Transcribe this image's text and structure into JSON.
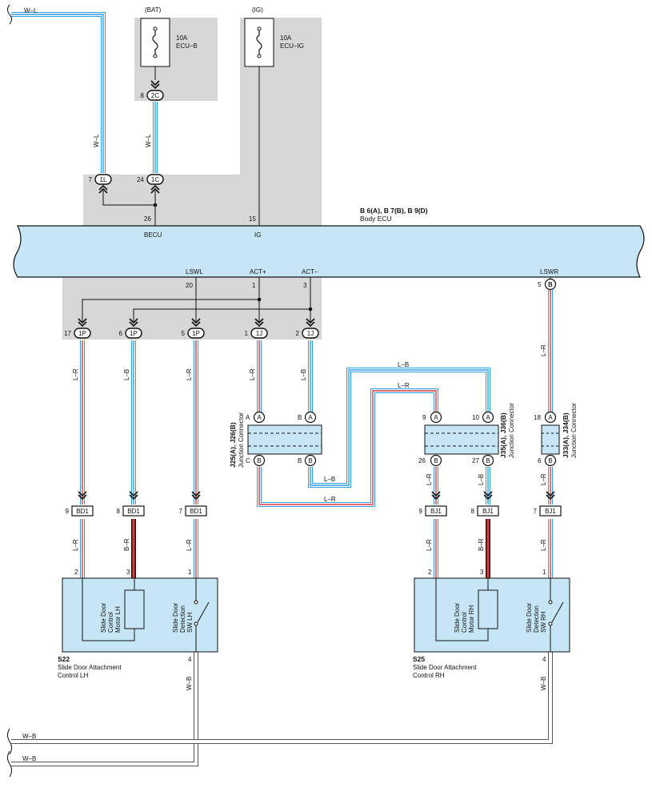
{
  "power": {
    "bat_label": "(BAT)",
    "ig_label": "(IG)",
    "fuse_bat_rating": "10A",
    "fuse_bat_name": "ECU–B",
    "fuse_ig_rating": "10A",
    "fuse_ig_name": "ECU–IG"
  },
  "wires": {
    "wl_top": "W–L",
    "wl_a": "W–L",
    "wl_b": "W–L",
    "lr_1": "L–R",
    "lb_1": "L–B",
    "lr_2": "L–R",
    "lr_3": "L–R",
    "lb_2": "L–B",
    "lr_rh_top": "L–R",
    "lb_route": "L–B",
    "lr_route": "L–R",
    "lb_low": "L–B",
    "lr_low": "L–R",
    "lr_bj26": "L–R",
    "lb_bj27": "L–B",
    "lr_bj6": "L–R",
    "lr_s22_2": "L–R",
    "br_s22_3": "B–R",
    "lr_s22_1": "L–R",
    "lr_s25_2": "L–R",
    "br_s25_3": "B–R",
    "lr_s25_1": "L–R",
    "wb_s22": "W–B",
    "wb_s25": "W–B",
    "wb_bottom_1": "W–B",
    "wb_bottom_2": "W–B"
  },
  "connectors": {
    "c2C": "2C",
    "pin2C": "8",
    "c1L": "1L",
    "pin1L": "7",
    "c1C": "1C",
    "pin1C": "24",
    "c1P_a": "1P",
    "pin1P_a": "17",
    "c1P_b": "1P",
    "pin1P_b": "6",
    "c1P_c": "1P",
    "pin1P_c": "5",
    "c1J_a": "1J",
    "pin1J_a": "1",
    "c1J_b": "1J",
    "pin1J_b": "2",
    "bd1_a": "BD1",
    "pinbd1_a": "9",
    "bd1_b": "BD1",
    "pinbd1_b": "8",
    "bd1_c": "BD1",
    "pinbd1_c": "7",
    "bj1_a": "BJ1",
    "pinbj1_a": "9",
    "bj1_b": "BJ1",
    "pinbj1_b": "8",
    "bj1_c": "BJ1",
    "pinbj1_c": "7"
  },
  "ecu": {
    "title": "B 6(A), B 7(B), B 9(D)",
    "name": "Body ECU",
    "becu_pin": "26",
    "becu": "BECU",
    "ig_pin": "15",
    "ig": "IG",
    "lswl": "LSWL",
    "lswl_pin": "20",
    "actp": "ACT+",
    "actp_pin": "1",
    "actm": "ACT–",
    "actm_pin": "3",
    "lswr": "LSWR",
    "lswr_pin": "5",
    "lswr_letter": "B"
  },
  "junctions": {
    "j25_title": "J25(A), J26(B)",
    "j25_name": "Junction Connector",
    "j25_top_left_pin": "A",
    "j25_top_left": "A",
    "j25_top_right_pin": "B",
    "j25_top_right": "A",
    "j25_bot_left_pin": "C",
    "j25_bot_left": "B",
    "j25_bot_right_pin": "B",
    "j25_bot_right": "B",
    "j35_title": "J35(A), J36(B)",
    "j35_name": "Junction Connector",
    "j35_top_left_pin": "9",
    "j35_top_left": "A",
    "j35_top_right_pin": "10",
    "j35_top_right": "A",
    "j35_bot_left_pin": "26",
    "j35_bot_left": "B",
    "j35_bot_right_pin": "27",
    "j35_bot_right": "B",
    "j33_title": "J33(A), J34(B)",
    "j33_name": "Junction Connector",
    "j33_top_pin": "18",
    "j33_top": "A",
    "j33_bot_pin": "6",
    "j33_bot": "B"
  },
  "s22": {
    "id": "S22",
    "name1": "Slide Door Attachment",
    "name2": "Control LH",
    "motor_l1": "Slide Door",
    "motor_l2": "Control",
    "motor_l3": "Motor LH",
    "sw_l1": "Slide Door",
    "sw_l2": "Detection",
    "sw_l3": "SW LH",
    "pin2": "2",
    "pin3": "3",
    "pin1": "1",
    "pin4": "4"
  },
  "s25": {
    "id": "S25",
    "name1": "Slide Door Attachment",
    "name2": "Control RH",
    "motor_l1": "Slide Door",
    "motor_l2": "Control",
    "motor_l3": "Motor RH",
    "sw_l1": "Slide Door",
    "sw_l2": "Detection",
    "sw_l3": "SW RH",
    "pin2": "2",
    "pin3": "3",
    "pin1": "1",
    "pin4": "4"
  },
  "colors": {
    "shade": "#d7d7d7",
    "ecu_fill": "#c6e6f6",
    "wire_blue": "#2e9fe0",
    "wire_red": "#e03a3a",
    "black": "#111111"
  }
}
